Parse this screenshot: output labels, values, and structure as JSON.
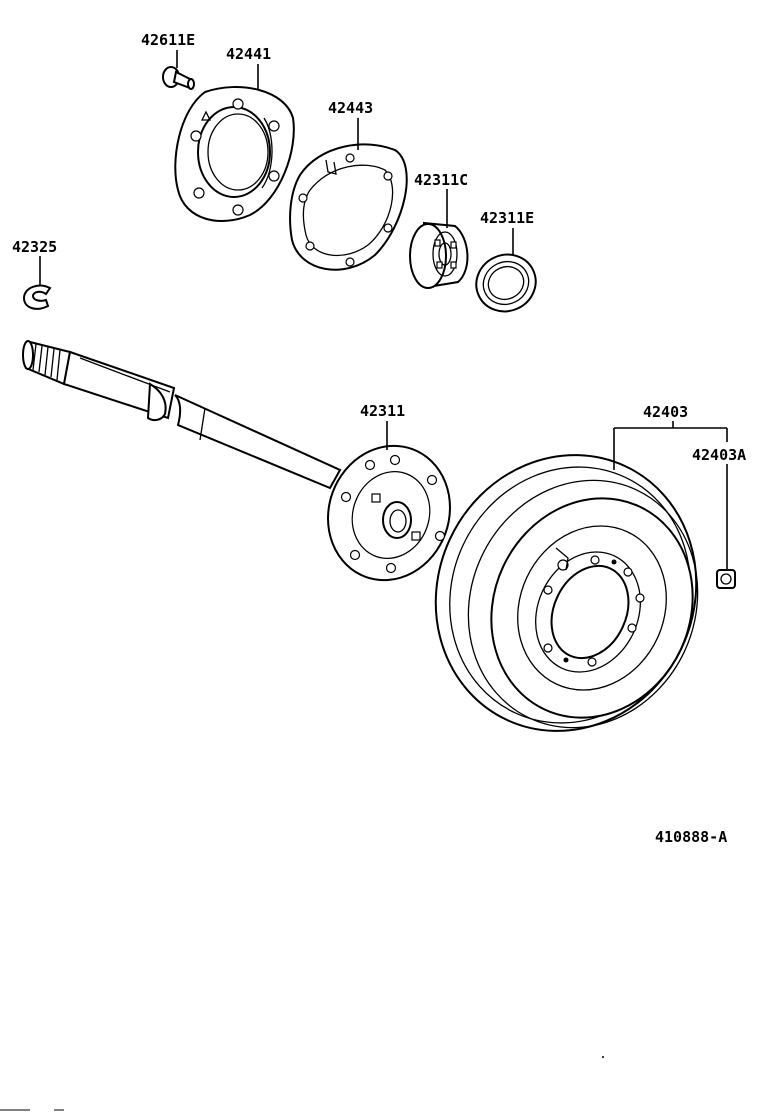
{
  "diagram": {
    "labels": {
      "l_42611E": "42611E",
      "l_42441": "42441",
      "l_42443": "42443",
      "l_42311C": "42311C",
      "l_42311E": "42311E",
      "l_42325": "42325",
      "l_42311": "42311",
      "l_42403": "42403",
      "l_42403A": "42403A",
      "ref_code": "410888-A"
    }
  }
}
